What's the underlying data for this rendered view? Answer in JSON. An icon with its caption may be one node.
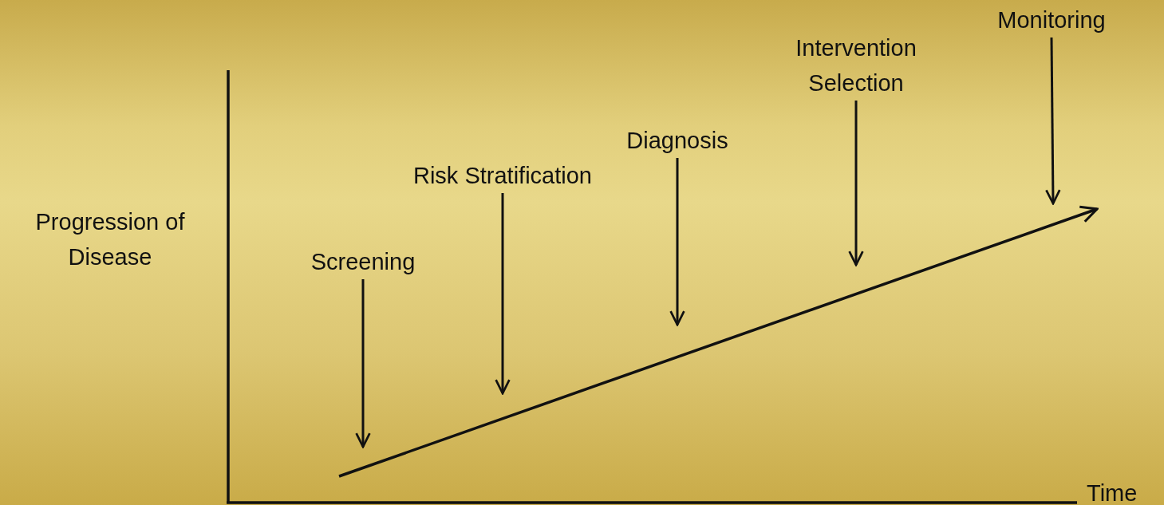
{
  "diagram": {
    "nodes": [
      {
        "text": [
          "Screening"
        ]
      },
      {
        "text": [
          "Risk Stratification"
        ]
      },
      {
        "text": [
          "Diagnosis"
        ]
      },
      {
        "text": [
          "Intervention Selection"
        ]
      },
      {
        "text": [
          "Monitoring"
        ]
      }
    ],
    "edges": [
      {
        "from": 0,
        "to": null,
        "arrow": "to"
      },
      {
        "from": 1,
        "to": null,
        "arrow": "to"
      },
      {
        "from": 2,
        "to": null,
        "arrow": "to"
      },
      {
        "from": 3,
        "to": null,
        "arrow": "to"
      },
      {
        "from": 4,
        "to": null,
        "arrow": "to"
      }
    ],
    "labels": [
      "Progression of Disease",
      "Time"
    ]
  }
}
